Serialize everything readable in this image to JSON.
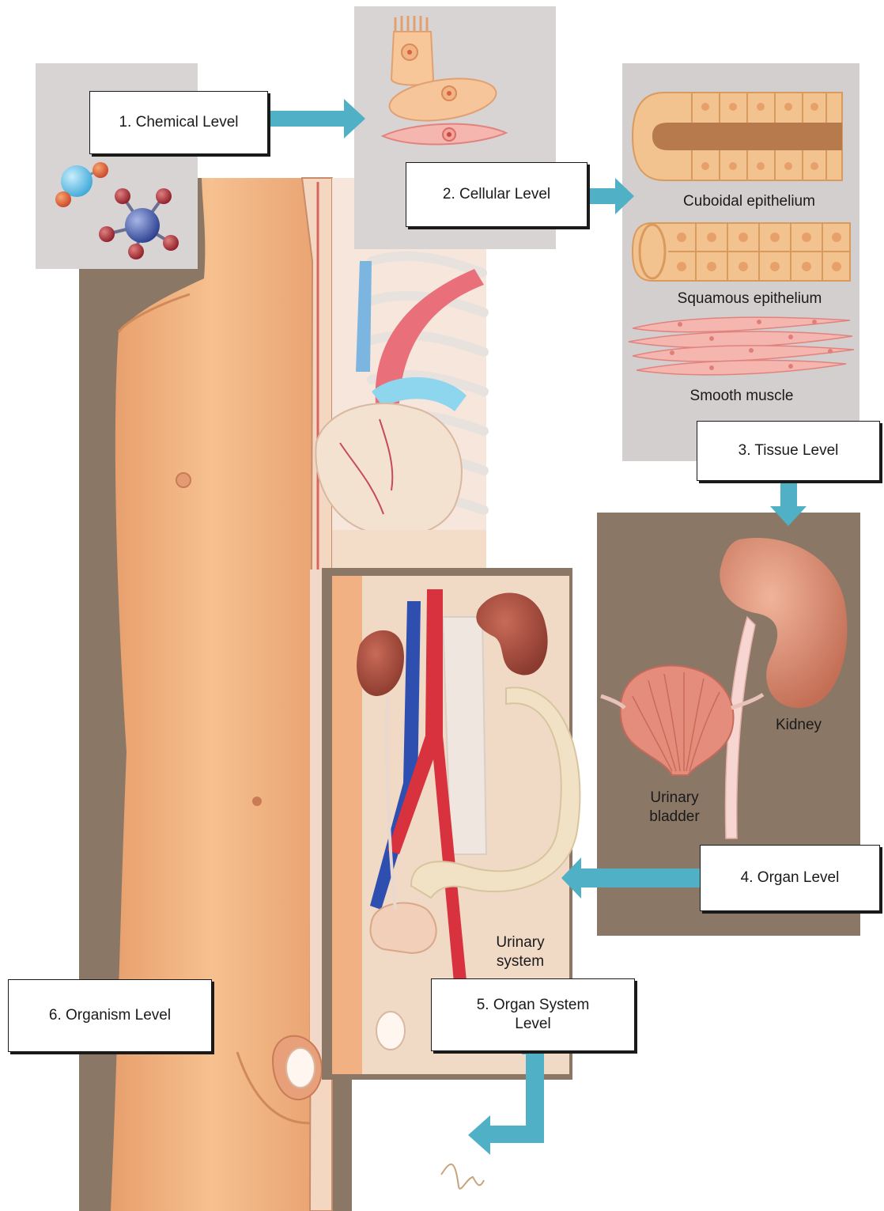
{
  "levels": {
    "chemical": "1. Chemical Level",
    "cellular": "2. Cellular Level",
    "tissue": "3. Tissue Level",
    "organ": "4. Organ Level",
    "organ_system": "5. Organ System Level",
    "organism": "6. Organism Level"
  },
  "tissue_captions": {
    "cuboidal": "Cuboidal epithelium",
    "squamous": "Squamous epithelium",
    "smooth_muscle": "Smooth muscle"
  },
  "organ_captions": {
    "kidney": "Kidney",
    "bladder_line1": "Urinary",
    "bladder_line2": "bladder"
  },
  "system_captions": {
    "line1": "Urinary",
    "line2": "system"
  },
  "colors": {
    "arrow": "#4fb0c6",
    "panel_gray": "#d3cfcf",
    "panel_brown": "#8b7766",
    "skin": "#f2b183"
  }
}
